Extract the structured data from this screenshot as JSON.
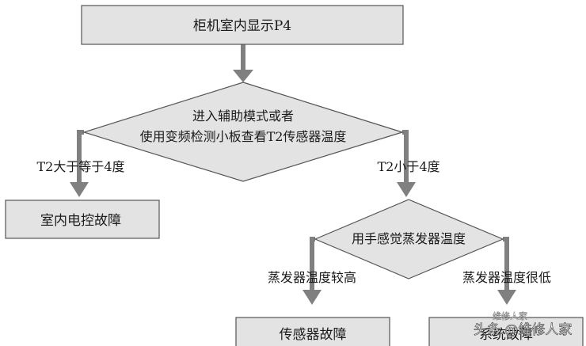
{
  "nodes": {
    "start": "柜机室内显示P4",
    "decision1_line1": "进入辅助模式或者",
    "decision1_line2": "使用变频检测小板查看T2传感器温度",
    "result_left": "室内电控故障",
    "decision2": "用手感觉蒸发器温度",
    "result_sensor": "传感器故障",
    "result_system": "系统故障"
  },
  "edges": {
    "t2_high": "T2大于等于4度",
    "t2_low": "T2小于4度",
    "evap_high": "蒸发器温度较高",
    "evap_low": "蒸发器温度很低"
  },
  "watermark": {
    "main": "头条 @维修人家",
    "small": "维修人家"
  },
  "colors": {
    "box_fill": "#e3e3e3",
    "box_stroke": "#555555",
    "arrow": "#808080"
  }
}
